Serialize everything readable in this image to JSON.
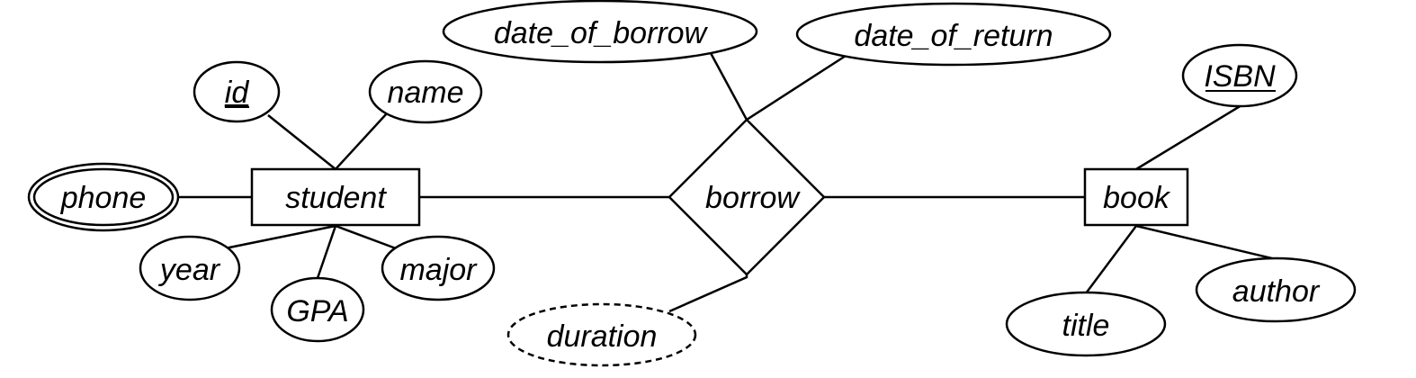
{
  "entities": {
    "student": "student",
    "book": "book"
  },
  "relationship": {
    "borrow": "borrow"
  },
  "attributes": {
    "id": "id",
    "name": "name",
    "phone": "phone",
    "year": "year",
    "gpa": "GPA",
    "major": "major",
    "date_of_borrow": "date_of_borrow",
    "date_of_return": "date_of_return",
    "duration": "duration",
    "isbn": "ISBN",
    "title": "title",
    "author": "author"
  },
  "attribute_kinds": {
    "id": "key",
    "isbn": "key",
    "phone": "multivalued",
    "duration": "derived"
  }
}
